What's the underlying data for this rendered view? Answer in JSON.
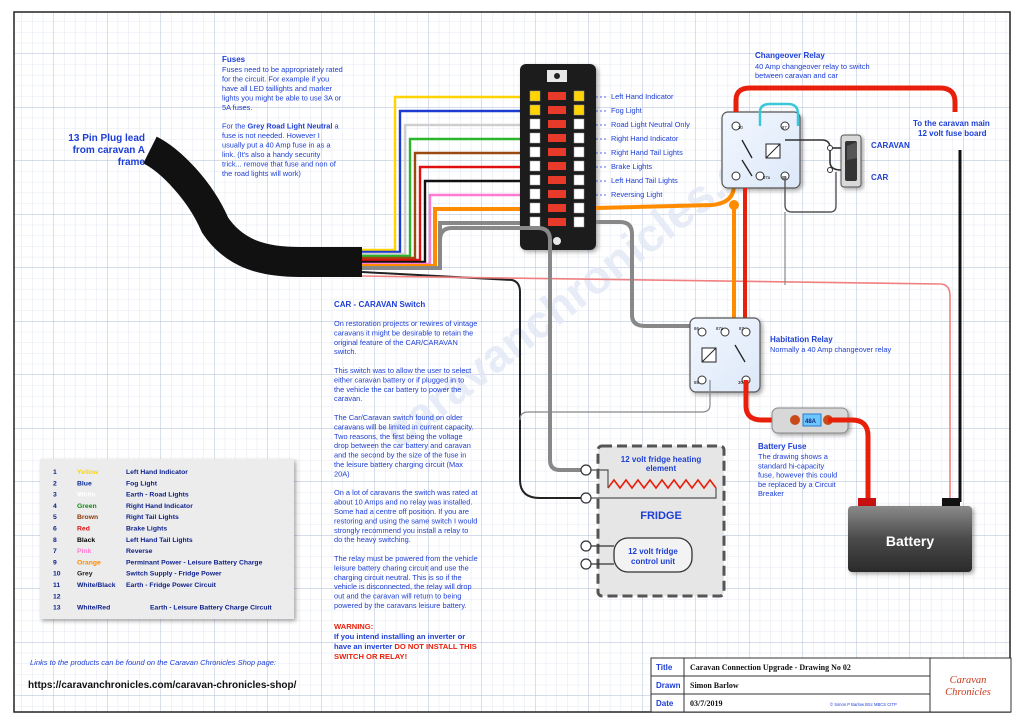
{
  "plug_label": [
    "13 Pin Plug lead",
    "from caravan A",
    "frame"
  ],
  "fuses_note": {
    "title": "Fuses",
    "p1": [
      "Fuses need to be appropriately rated",
      "for the circuit. For example if you",
      "have all LED taillights and marker",
      "lights you might be able to use 3A or",
      "5A fuses."
    ],
    "p2_pre": "For the ",
    "p2_bold": "Grey Road Light Neutral",
    "p2_post": " a",
    "p2_rest": [
      "fuse is not needed. However I",
      "usually put a 40 Amp fuse in as a",
      "link. (It's also a handy security",
      "trick... remove that fuse and non of",
      "the road lights will work)"
    ]
  },
  "fuse_outputs": [
    "Left Hand Indicator",
    "Fog Light",
    "Road Light Neutral Only",
    "Right Hand Indicator",
    "Right Hand Tail Lights",
    "Brake Lights",
    "Left Hand Tail Lights",
    "Reversing Light"
  ],
  "changeover_relay": {
    "title": "Changeover  Relay",
    "lines": [
      "40 Amp changeover relay to switch",
      "between caravan and car"
    ],
    "pins": [
      "30",
      "87",
      "87a",
      "85"
    ]
  },
  "switch_labels": {
    "caravan": "CARAVAN",
    "car": "CAR"
  },
  "main_fuse_board": [
    "To the caravan main",
    "12 volt fuse board"
  ],
  "habitation_relay": {
    "title": "Habitation Relay",
    "desc": "Normally a 40 Amp changeover relay",
    "pins": [
      "86",
      "87a",
      "87",
      "85",
      "30"
    ]
  },
  "battery_fuse": {
    "title": "Battery Fuse",
    "rating": "48A",
    "lines": [
      "The drawing shows a",
      "standard hi-capacity",
      "fuse, however this could",
      "be replaced by a Circuit",
      "Breaker"
    ]
  },
  "battery_label": "Battery",
  "switch_note": {
    "title": "CAR - CARAVAN Switch",
    "paras": [
      [
        "On restoration projects or rewires of vintage",
        "caravans it might be desirable to retain the",
        "original feature of the CAR/CARAVAN",
        "switch."
      ],
      [
        "This switch was to allow the user to select",
        "either caravan battery or if plugged in to",
        "the vehicle the car battery to power the",
        "caravan."
      ],
      [
        "The Car/Caravan switch found on older",
        "caravans will be limited in current capacity.",
        "Two reasons, the first being the voltage",
        "drop between the car battery and caravan",
        "and the second by the size of the fuse in",
        "the leisure battery charging circuit (Max",
        "20A)"
      ],
      [
        "On a lot of caravans the switch was rated at",
        "about 10 Amps and no relay was installed.",
        "Some had a centre off position. If you are",
        "restoring and using the same switch I would",
        "strongly recommend you install a relay to",
        "do the heavy switching."
      ],
      [
        "The relay must be powered from the vehicle",
        "leisure battery charing circuit and use the",
        "charging circuit neutral.  This is so if the",
        "vehicle is disconnected, the relay will drop",
        "out and the caravan will return to being",
        "powered by the caravans leisure battery."
      ]
    ],
    "warning_title": "WARNING:",
    "warning_pre": "If you intend installing an inverter or",
    "warning_mid": "have an inverter ",
    "warning_red": "DO NOT INSTALL THIS",
    "warning_red2": "SWITCH OR RELAY!"
  },
  "fridge": {
    "heating": [
      "12 volt fridge heating",
      "element"
    ],
    "title": "FRIDGE",
    "control": [
      "12 volt fridge",
      "control unit"
    ]
  },
  "pin_legend": [
    {
      "num": "1",
      "colour": "Yellow",
      "func": "Left Hand Indicator",
      "hex": "#ffd400"
    },
    {
      "num": "2",
      "colour": "Blue",
      "func": "Fog Light",
      "hex": "#0a2a9a"
    },
    {
      "num": "3",
      "colour": "White",
      "func": "Earth - Road Lights",
      "hex": "#ffffff"
    },
    {
      "num": "4",
      "colour": "Green",
      "func": "Right Hand Indicator",
      "hex": "#138a13"
    },
    {
      "num": "5",
      "colour": "Brown",
      "func": "Right Tail Lights",
      "hex": "#8a3a0a"
    },
    {
      "num": "6",
      "colour": "Red",
      "func": "Brake Lights",
      "hex": "#d81010"
    },
    {
      "num": "8",
      "colour": "Black",
      "func": "Left Hand Tail Lights",
      "hex": "#000000"
    },
    {
      "num": "7",
      "colour": "Pink",
      "func": "Reverse",
      "hex": "#ff7ad0"
    },
    {
      "num": "9",
      "colour": "Orange",
      "func": "Perminant Power - Leisure Battery Charge",
      "hex": "#ff8a00"
    },
    {
      "num": "10",
      "colour": "Grey",
      "func": "Switch Supply - Fridge Power",
      "hex": "#222222"
    },
    {
      "num": "11",
      "colour": "White/Black",
      "func": "Earth - Fridge Power Circuit",
      "hex": "#0c1f8a"
    },
    {
      "num": "12",
      "colour": "",
      "func": "",
      "hex": "#0c1f8a"
    },
    {
      "num": "13",
      "colour": "White/Red",
      "func": "Earth - Leisure Battery Charge Circuit",
      "hex": "#0c1f8a"
    }
  ],
  "links_note": "Links to the products can be found on the Caravan Chronicles Shop page:",
  "shop_url": "https://caravanchronicles.com/caravan-chronicles-shop/",
  "title_block": {
    "title_label": "Title",
    "title_value": "Caravan Connection Upgrade - Drawing No 02",
    "drawn_label": "Drawn",
    "drawn_value": "Simon Barlow",
    "date_label": "Date",
    "date_value": "03/7/2019",
    "copyright": "© Simon P Barlow BSc MBCS CITP",
    "logo_line1": "Caravan",
    "logo_line2": "Chronicles"
  },
  "watermark": "caravanchronicles.com",
  "colors": {
    "grid": "#c9d3e6",
    "text_blue": "#1d3fd6",
    "orange_wire": "#ff8c00",
    "red_wire": "#e8200b"
  }
}
